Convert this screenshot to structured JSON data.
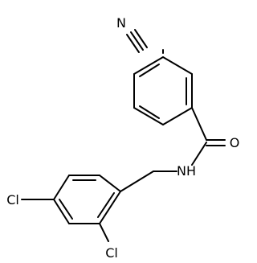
{
  "molecule": {
    "labels": {
      "nitrogen_nitrile": "N",
      "oxygen_carbonyl": "O",
      "amide_nh": "NH",
      "chlorine_para": "Cl",
      "chlorine_ortho": "Cl"
    },
    "colors": {
      "bond": "#000000",
      "text": "#000000",
      "background": "#ffffff"
    }
  }
}
